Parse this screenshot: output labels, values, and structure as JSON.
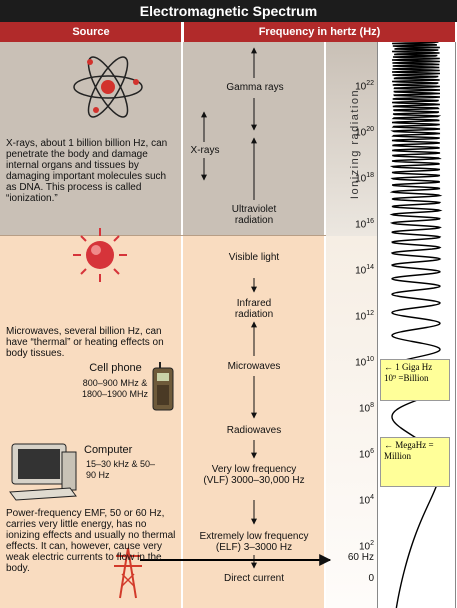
{
  "title": "Electromagnetic Spectrum",
  "headers": {
    "source": "Source",
    "frequency": "Frequency in hertz (Hz)"
  },
  "vertical_label": "Ionizing radiation",
  "bands": {
    "gamma": "Gamma rays",
    "xrays": "X-rays",
    "ultraviolet": "Ultraviolet radiation",
    "visible": "Visible light",
    "infrared": "Infrared radiation",
    "microwaves": "Microwaves",
    "radiowaves": "Radiowaves",
    "vlf": "Very low frequency (VLF) 3000–30,000 Hz",
    "elf": "Extremely low frequency (ELF) 3–3000 Hz",
    "dc": "Direct current"
  },
  "sources": {
    "xray_text": "X-rays, about 1 billion billion Hz, can penetrate the body and damage internal organs and tissues by damaging important molecules such as DNA. This process is called “ionization.”",
    "microwave_text": "Microwaves, several billion Hz, can have “thermal” or heating effects on body tissues.",
    "cellphone_title": "Cell phone",
    "cellphone_freq": "800–900 MHz & 1800–1900 MHz",
    "computer_title": "Computer",
    "computer_freq": "15–30 kHz & 50–90 Hz",
    "power_text": "Power-frequency EMF, 50 or 60 Hz, carries very little energy, has no ionizing effects and usually no thermal effects. It can, however, cause very weak electric currents to flow in the body."
  },
  "scale": [
    {
      "base": "10",
      "exp": "22"
    },
    {
      "base": "10",
      "exp": "20"
    },
    {
      "base": "10",
      "exp": "18"
    },
    {
      "base": "10",
      "exp": "16"
    },
    {
      "base": "10",
      "exp": "14"
    },
    {
      "base": "10",
      "exp": "12"
    },
    {
      "base": "10",
      "exp": "10"
    },
    {
      "base": "10",
      "exp": "8"
    },
    {
      "base": "10",
      "exp": "6"
    },
    {
      "base": "10",
      "exp": "4"
    },
    {
      "base": "10",
      "exp": "2"
    }
  ],
  "scale_60": "60 Hz",
  "scale_zero": "0",
  "notes": {
    "giga": "← 1 Giga Hz 10⁹ =Billion",
    "mega": "← MegaHz = Million"
  },
  "colors": {
    "title_bg": "#1c1c1c",
    "header_bg": "#b12a2a",
    "ionizing_bg": "#c9c0b6",
    "nonionizing_bg": "#f9dcc0",
    "note_bg": "#ffff99"
  }
}
